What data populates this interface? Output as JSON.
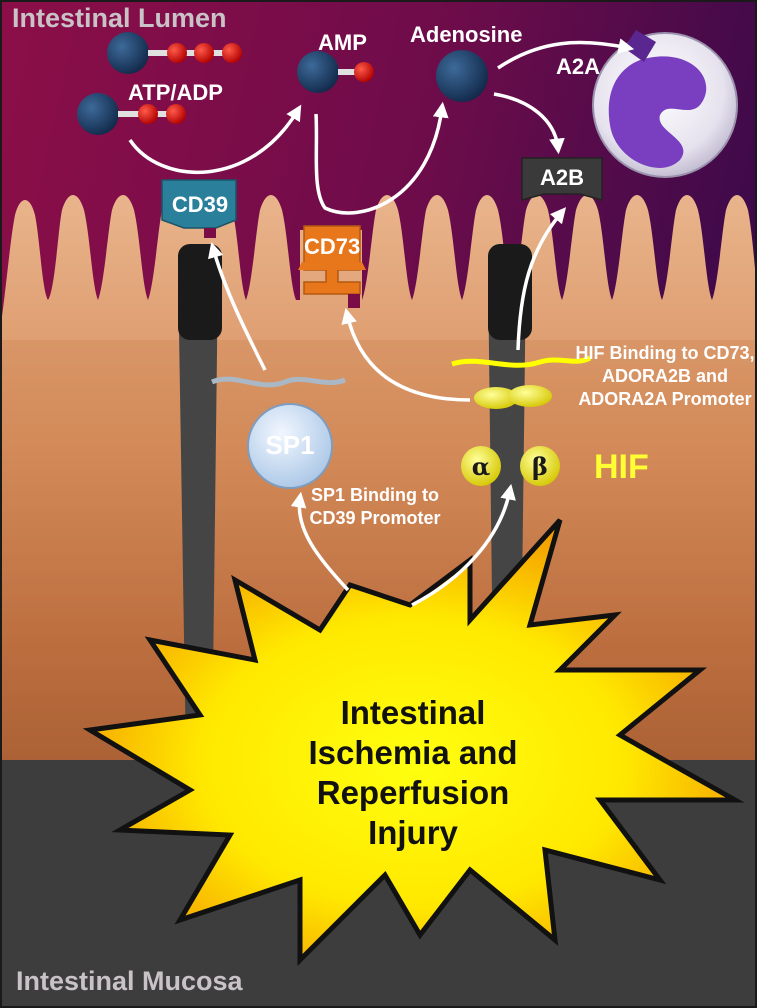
{
  "regions": {
    "lumen": "Intestinal Lumen",
    "mucosa": "Intestinal Mucosa"
  },
  "molecules": {
    "atp_adp": "ATP/ADP",
    "amp": "AMP",
    "adenosine": "Adenosine"
  },
  "receptors": {
    "cd39": "CD39",
    "cd73": "CD73",
    "a2a": "A2A",
    "a2b": "A2B"
  },
  "transcription": {
    "sp1": "SP1",
    "sp1_note": "SP1 Binding to CD39 Promoter",
    "hif": "HIF",
    "hif_alpha": "α",
    "hif_beta": "β",
    "hif_note": "HIF Binding to CD73, ADORA2B and ADORA2A Promoter"
  },
  "injury": {
    "text": "Intestinal Ischemia and Reperfusion Injury"
  },
  "colors": {
    "lumen_top": "#8a0d45",
    "lumen_right": "#4a0a4a",
    "villus": "#e0a57a",
    "villus_dark": "#b8693c",
    "mucosa": "#3d3d3d",
    "cd39": "#2a7f9a",
    "cd73": "#e8771c",
    "a2b": "#3a3a3a",
    "molecule_blue": "#1c3a5e",
    "phosphate_red": "#d80f0f",
    "sp1": "#cfe0f2",
    "hif_yellow": "#ffff00",
    "burst_yellow": "#ffff00",
    "burst_orange": "#f7b500",
    "neutrophil": "#7a3fc0"
  }
}
